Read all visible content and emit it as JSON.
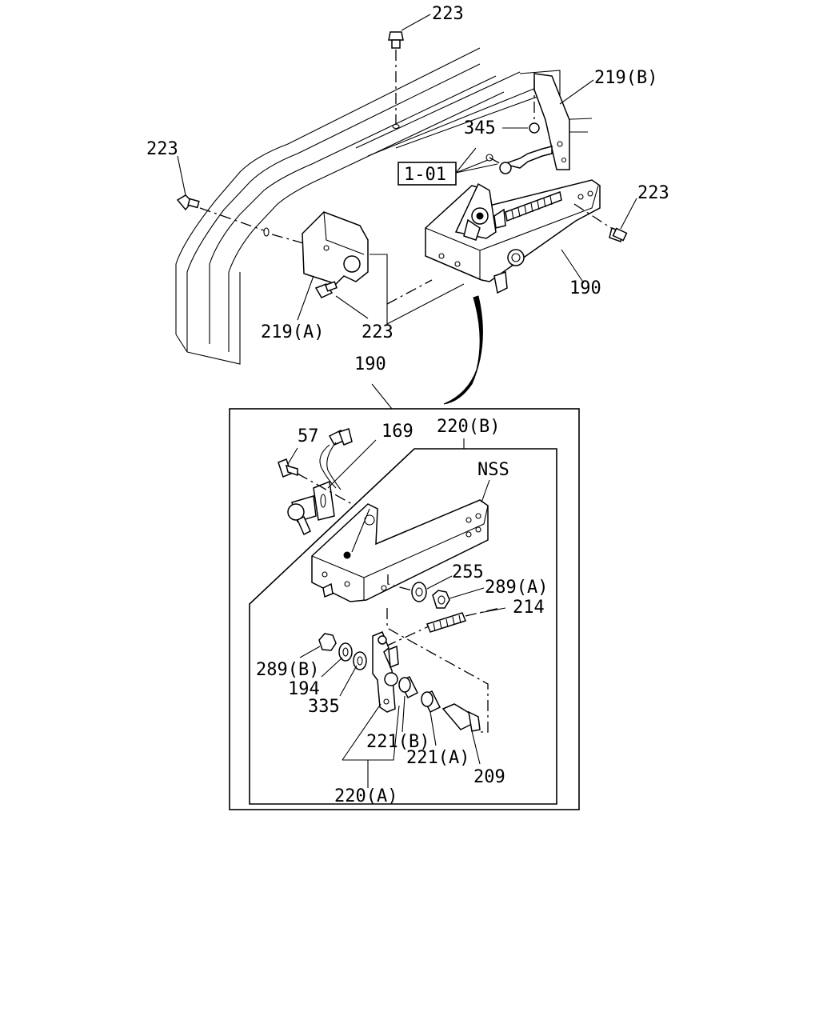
{
  "labels": {
    "bolt_top": "223",
    "bracket_b_top": "219(B)",
    "nut_345": "345",
    "ref_box": "1-01",
    "bolt_left": "223",
    "bolt_right": "223",
    "assembly_190": "190",
    "bracket_a": "219(A)",
    "bolt_bottom": "223",
    "detail_190": "190",
    "screw_57": "57",
    "sensor_169": "169",
    "bracket_220b": "220(B)",
    "nss": "NSS",
    "washer_255": "255",
    "nut_289a": "289(A)",
    "spring_214": "214",
    "nut_289b": "289(B)",
    "washer_194": "194",
    "washer_335": "335",
    "bushing_221b": "221(B)",
    "bushing_221a": "221(A)",
    "bolt_209": "209",
    "lever_220a": "220(A)"
  }
}
